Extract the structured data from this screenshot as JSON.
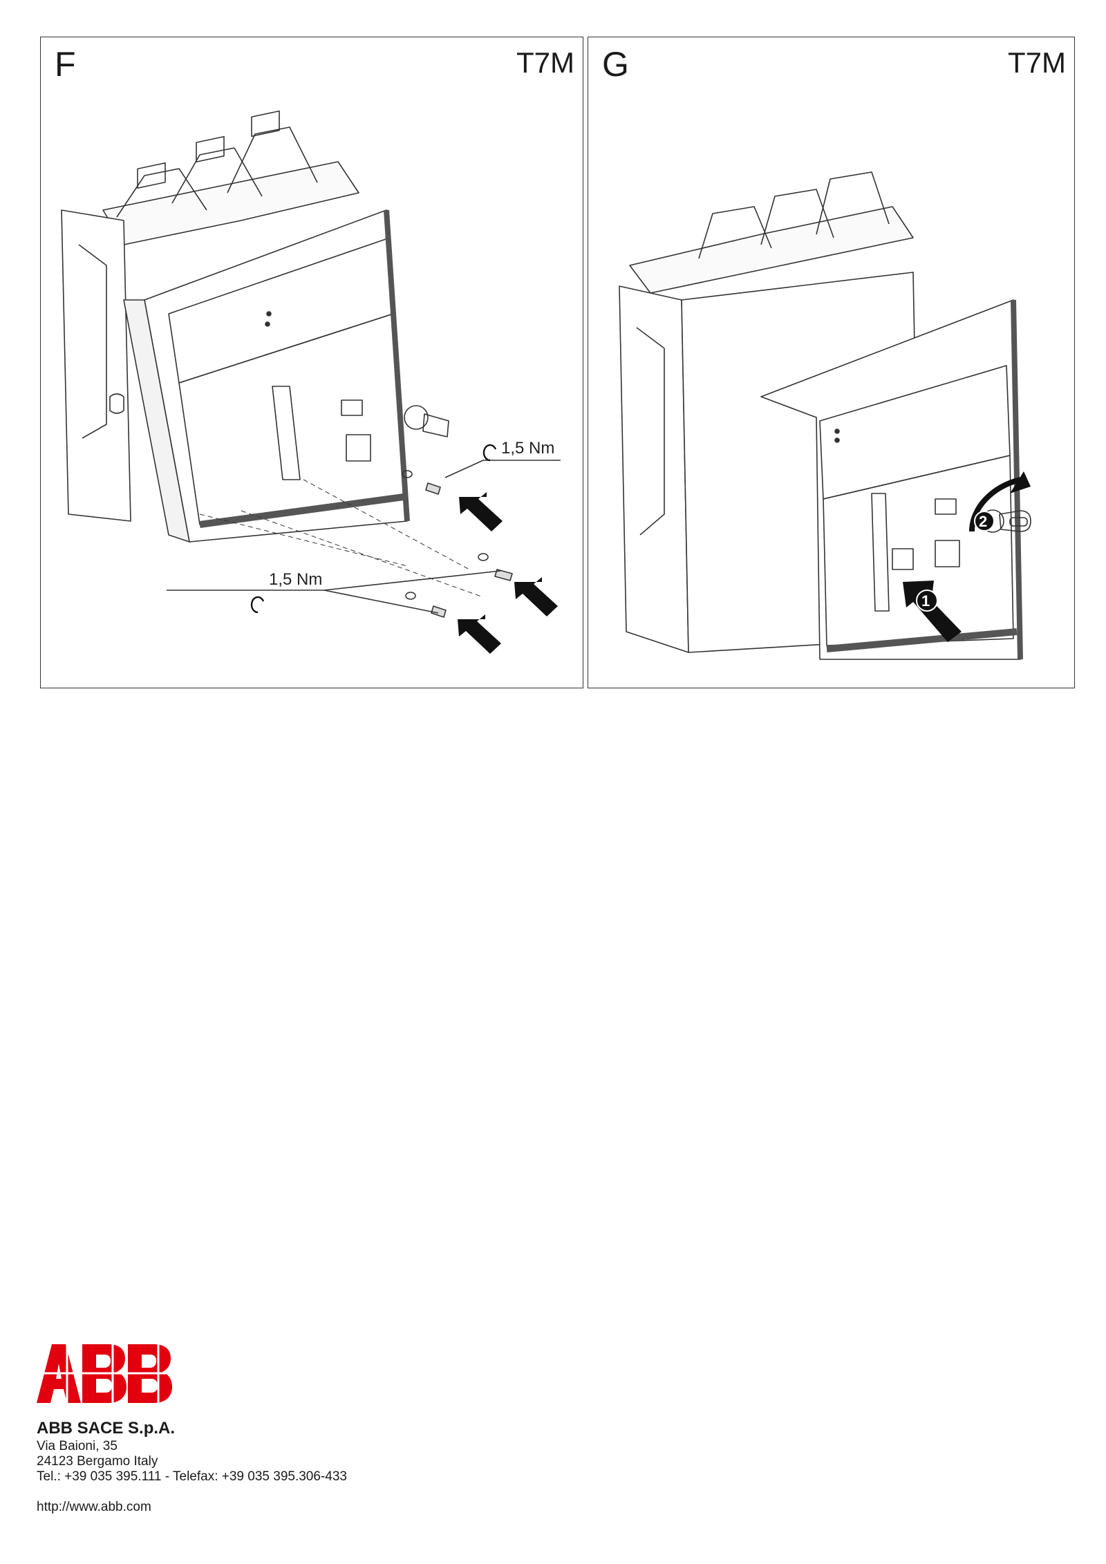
{
  "panels": [
    {
      "letter": "F",
      "model": "T7M",
      "torque_labels": [
        "1,5 Nm",
        "1,5 Nm"
      ]
    },
    {
      "letter": "G",
      "model": "T7M",
      "steps": [
        "1",
        "2"
      ]
    }
  ],
  "footer": {
    "logo_text": "ABB",
    "company": "ABB SACE S.p.A.",
    "address_line1": "Via Baioni, 35",
    "address_line2": "24123 Bergamo Italy",
    "phone": "Tel.: +39 035 395.111 - Telefax: +39 035 395.306-433",
    "url": "http://www.abb.com"
  },
  "colors": {
    "brand_red": "#e2000f",
    "line": "#333333"
  }
}
